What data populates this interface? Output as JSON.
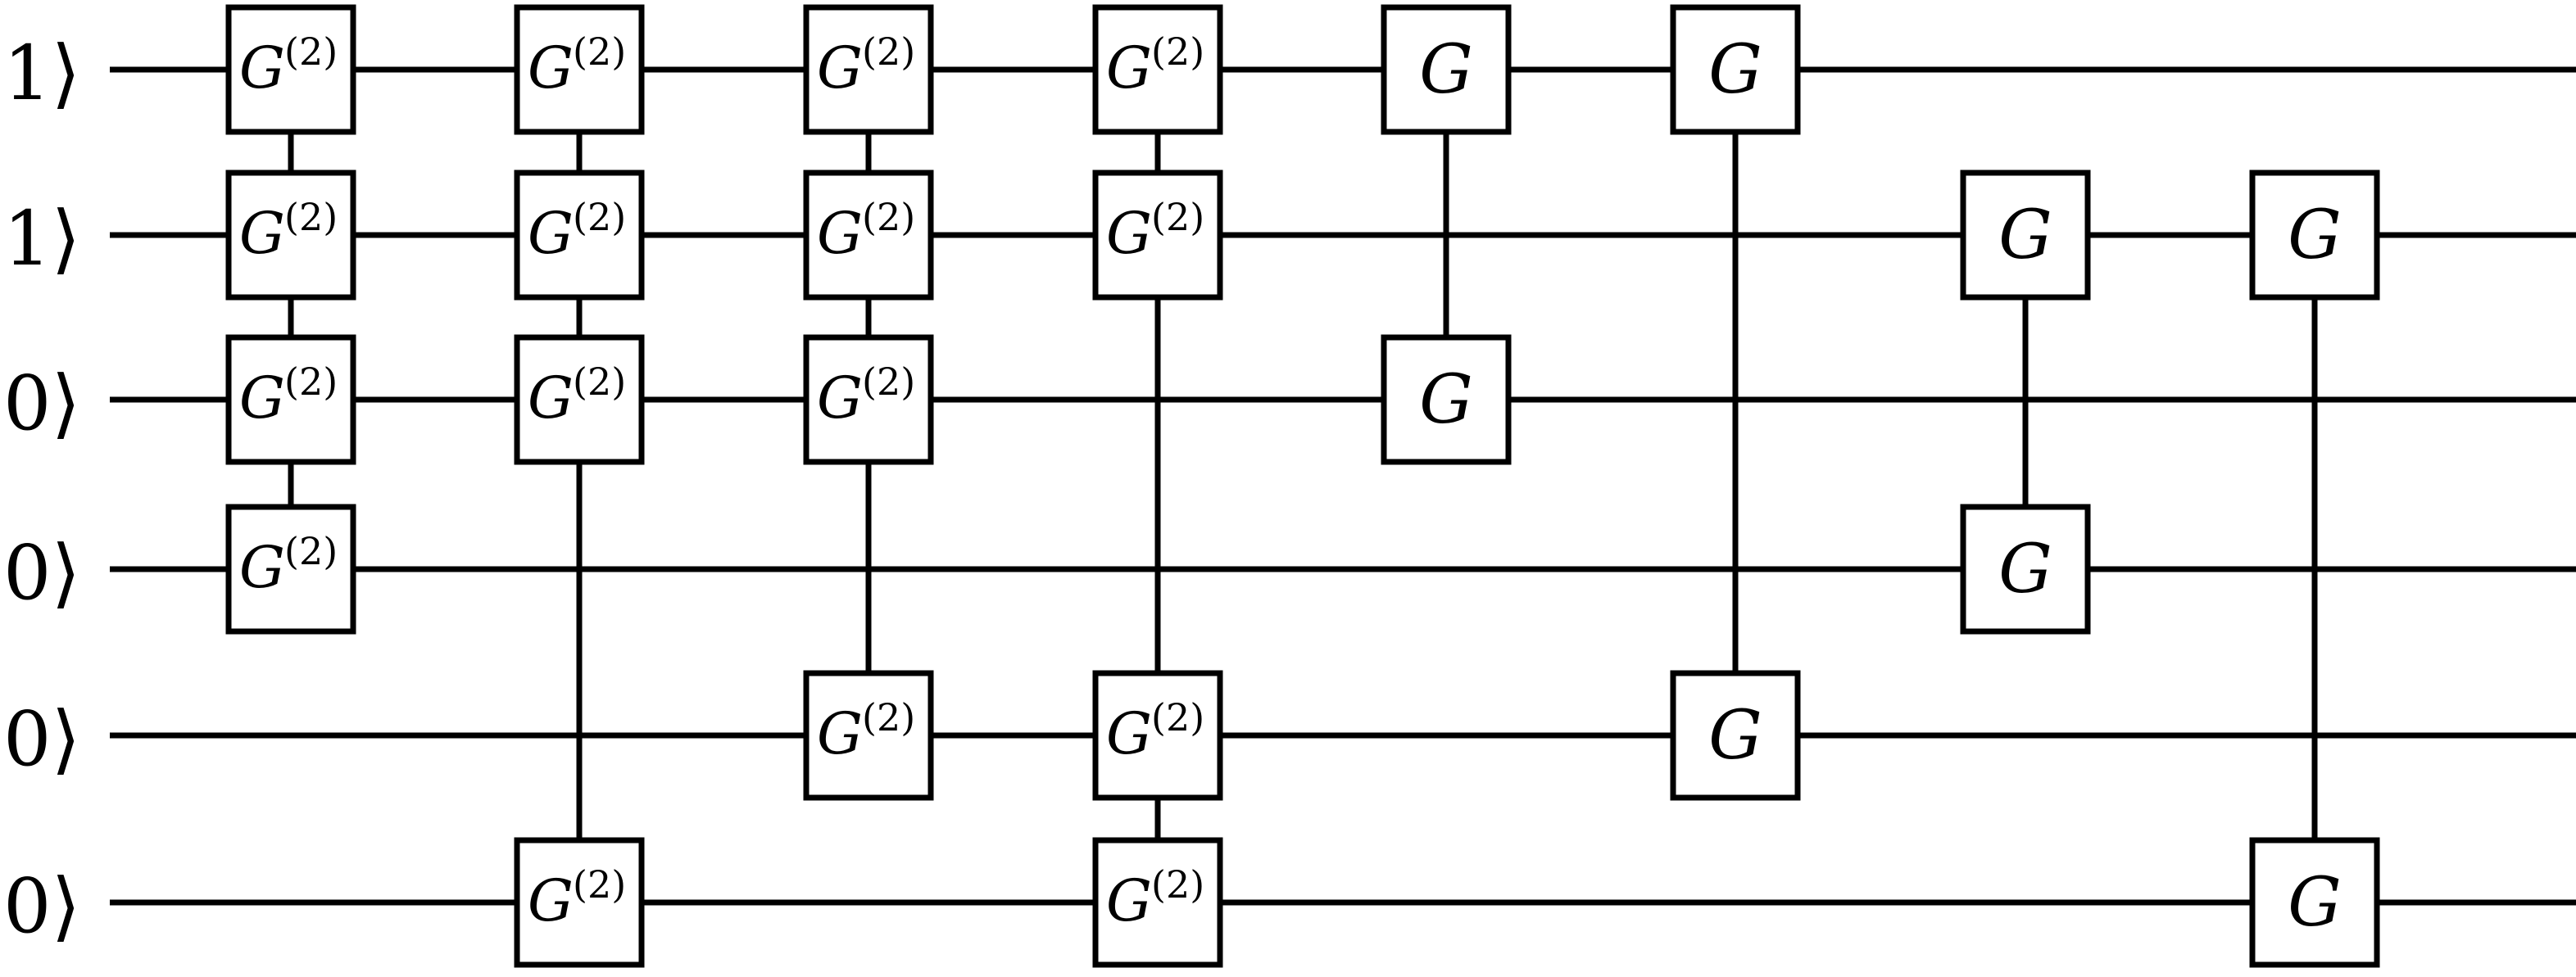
{
  "qubits": [
    {
      "label": "1⟩"
    },
    {
      "label": "1⟩"
    },
    {
      "label": "0⟩"
    },
    {
      "label": "0⟩"
    },
    {
      "label": "0⟩"
    },
    {
      "label": "0⟩"
    }
  ],
  "gate_symbols": {
    "two_body": {
      "base": "G",
      "superscript": "(2)"
    },
    "single": {
      "base": "G",
      "superscript": ""
    }
  },
  "layers": [
    {
      "kind": "two_body",
      "qubits": [
        0,
        1,
        2,
        3
      ]
    },
    {
      "kind": "two_body",
      "qubits": [
        0,
        1,
        2,
        5
      ]
    },
    {
      "kind": "two_body",
      "qubits": [
        0,
        1,
        2,
        4
      ]
    },
    {
      "kind": "two_body",
      "qubits": [
        0,
        1,
        4,
        5
      ]
    },
    {
      "kind": "single",
      "qubits": [
        0,
        2
      ]
    },
    {
      "kind": "single",
      "qubits": [
        0,
        4
      ]
    },
    {
      "kind": "single",
      "qubits": [
        1,
        3
      ]
    },
    {
      "kind": "single",
      "qubits": [
        1,
        5
      ]
    }
  ]
}
